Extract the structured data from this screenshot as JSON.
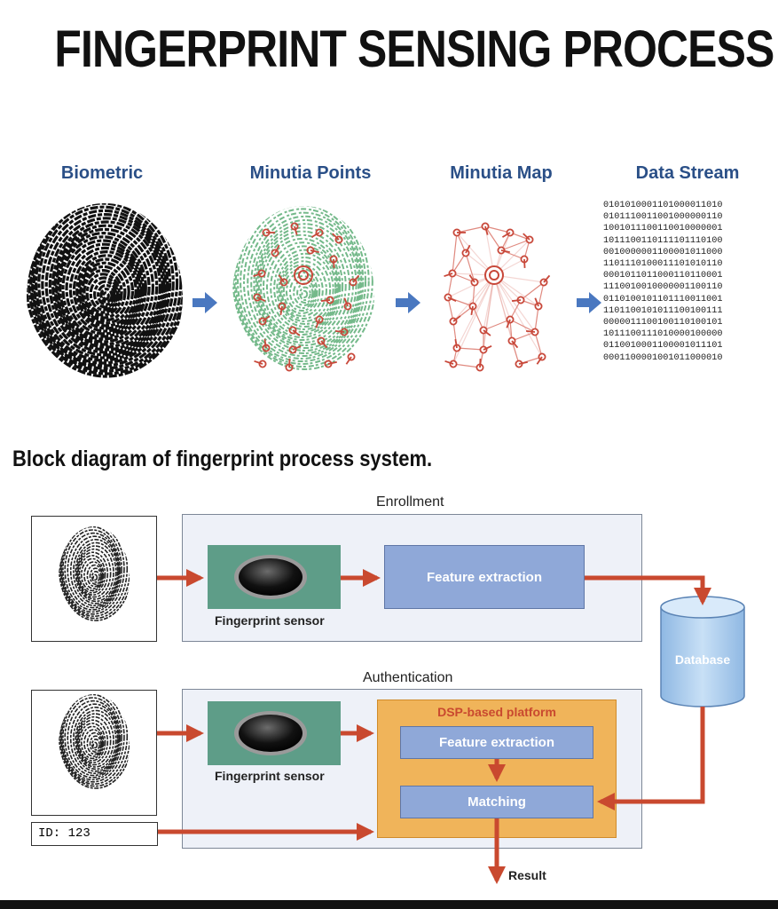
{
  "title": "FINGERPRINT SENSING PROCESS",
  "stages": [
    {
      "label": "Biometric"
    },
    {
      "label": "Minutia Points"
    },
    {
      "label": "Minutia Map"
    },
    {
      "label": "Data Stream"
    }
  ],
  "data_stream": [
    "0101010001101000011010",
    "0101110011001000000110",
    "1001011100110010000001",
    "1011100110111101110100",
    "0010000001100001011000",
    "1101110100011101010110",
    "0001011011000110110001",
    "1110010010000001100110",
    "0110100101101110011001",
    "1101100101011100100111",
    "0000011100100110100101",
    "1011100111010000100000",
    "0110010001100001011101",
    "0001100001001011000010"
  ],
  "block_diagram": {
    "title": "Block diagram of fingerprint process system.",
    "enrollment": {
      "label": "Enrollment",
      "sensor_label": "Fingerprint sensor",
      "feature_label": "Feature extraction"
    },
    "database_label": "Database",
    "authentication": {
      "label": "Authentication",
      "sensor_label": "Fingerprint sensor",
      "platform_label": "DSP-based platform",
      "feature_label": "Feature extraction",
      "matching_label": "Matching",
      "id_label": "ID: 123",
      "result_label": "Result"
    }
  },
  "colors": {
    "stage_title": "#2a4f87",
    "flow_arrow": "#4a78c0",
    "signal_arrow": "#c9492f",
    "minutia_red": "#c8483a",
    "ridge_green": "#74b98a",
    "sensor_green": "#5e9d88",
    "block_blue": "#8fa8d8",
    "dsp_orange": "#f0b45a",
    "database_blue": "#a7c8ea"
  }
}
